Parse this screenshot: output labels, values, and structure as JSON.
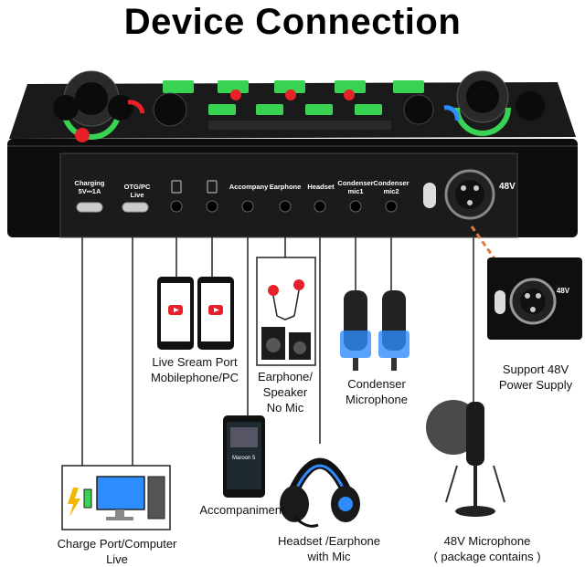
{
  "title": "Device Connection",
  "device": {
    "port_labels": {
      "charging": "Charging",
      "charging_spec": "5V⎓1A",
      "otg": "OTG/PC Live",
      "accompany": "Accompany",
      "earphone": "Earphone",
      "headset": "Headset",
      "condenser1": "Condenser",
      "condenser1_sub": "mic1",
      "condenser2": "Condenser",
      "condenser2_sub": "mic2",
      "v48": "48V"
    },
    "inset_label": "48V",
    "colors": {
      "body": "#111111",
      "led_green": "#39d353",
      "led_red": "#e8202a",
      "accent_orange": "#e07a3c"
    }
  },
  "captions": {
    "live_line1": "Live Sream Port",
    "live_line2": "Mobilephone/PC",
    "earphone_line1": "Earphone/",
    "earphone_line2": "Speaker",
    "earphone_line3": "No Mic",
    "condenser_line1": "Condenser",
    "condenser_line2": "Microphone",
    "support_line1": "Support 48V",
    "support_line2": "Power Supply",
    "accompaniment": "Accompaniment",
    "charge_line1": "Charge Port/Computer",
    "charge_line2": "Live",
    "headset_line1": "Headset /Earphone",
    "headset_line2": "with Mic",
    "mic48_line1": "48V Microphone",
    "mic48_line2": "( package contains )"
  },
  "screen_text": {
    "song": "Maroon 5"
  }
}
